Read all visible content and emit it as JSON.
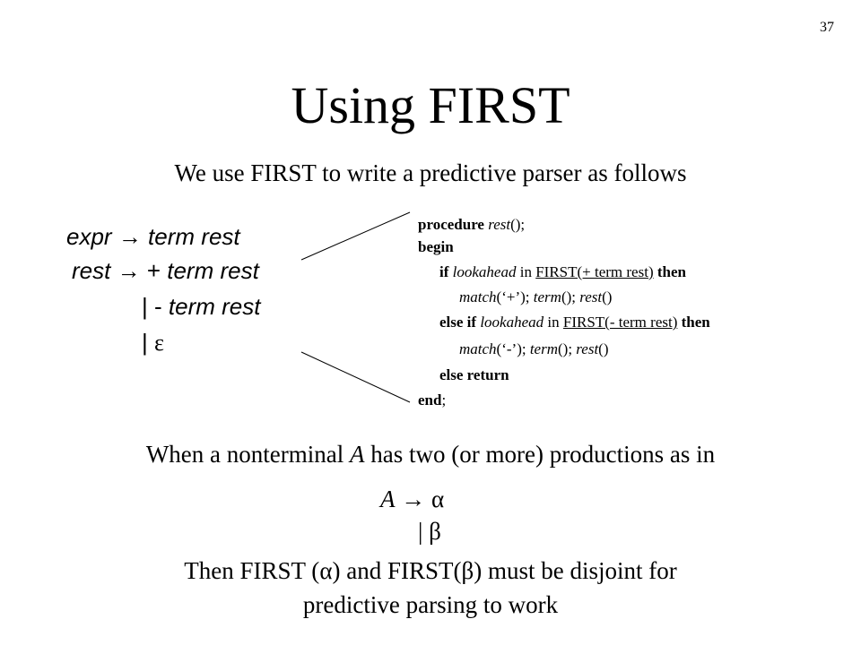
{
  "slide": {
    "number": "37",
    "title": "Using FIRST",
    "intro": "We use FIRST to write a predictive parser as follows"
  },
  "grammar": {
    "expr": "expr",
    "term": "term",
    "rest": "rest",
    "plus": "+",
    "minus": "-",
    "bar": "|",
    "arrow": "→",
    "epsilon": "ε"
  },
  "code": {
    "procedure_kw": "procedure",
    "proc_name": "rest",
    "proc_suffix": "();",
    "begin": "begin",
    "if_kw": "if",
    "lookahead": "lookahead",
    "in_kw": "in",
    "first_plus": "FIRST(+ term rest)",
    "then_kw": "then",
    "match": "match",
    "match_plus_arg": "(‘+’); ",
    "match_minus_arg": "(‘-’); ",
    "call_term": "term",
    "call_rest": "rest",
    "call_suffix_semi": "(); ",
    "call_suffix": "()",
    "else_if_kw": "else if",
    "first_minus": "FIRST(- term rest)",
    "else_return": "else return",
    "end_kw": "end",
    "end_suffix": ";"
  },
  "explanation": {
    "when_prefix": "When a nonterminal ",
    "A": "A",
    "when_suffix": " has two (or more) productions as in",
    "arrow": "→",
    "alpha": "α",
    "beta": "β",
    "bar": "|",
    "then_prefix": "Then FIRST (",
    "then_mid": ") and FIRST(",
    "then_suffix": ") must be disjoint for",
    "then_line2": "predictive parsing to work"
  }
}
